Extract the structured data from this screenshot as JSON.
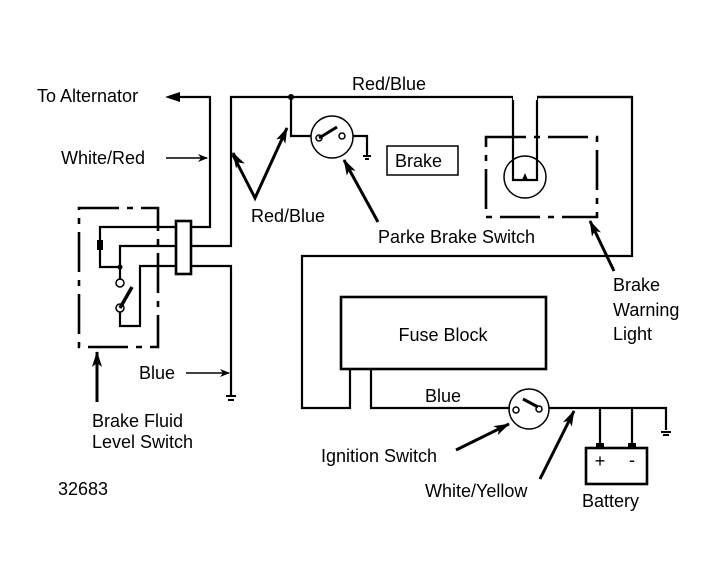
{
  "diagram": {
    "title_code": "32683",
    "labels": {
      "to_alternator": "To Alternator",
      "white_red": "White/Red",
      "red_blue_top": "Red/Blue",
      "red_blue_mid": "Red/Blue",
      "brake": "Brake",
      "parke_brake_switch": "Parke Brake Switch",
      "brake_warning_light_1": "Brake",
      "brake_warning_light_2": "Warning",
      "brake_warning_light_3": "Light",
      "fuse_block": "Fuse Block",
      "blue_left": "Blue",
      "blue_bottom": "Blue",
      "brake_fluid_1": "Brake Fluid",
      "brake_fluid_2": "Level Switch",
      "ignition_switch": "Ignition Switch",
      "white_yellow": "White/Yellow",
      "battery": "Battery",
      "battery_plus": "+",
      "battery_minus": "-"
    },
    "components": [
      "brake-fluid-level-switch",
      "connector",
      "parking-brake-switch",
      "brake-warning-light",
      "fuse-block",
      "ignition-switch",
      "battery"
    ]
  }
}
